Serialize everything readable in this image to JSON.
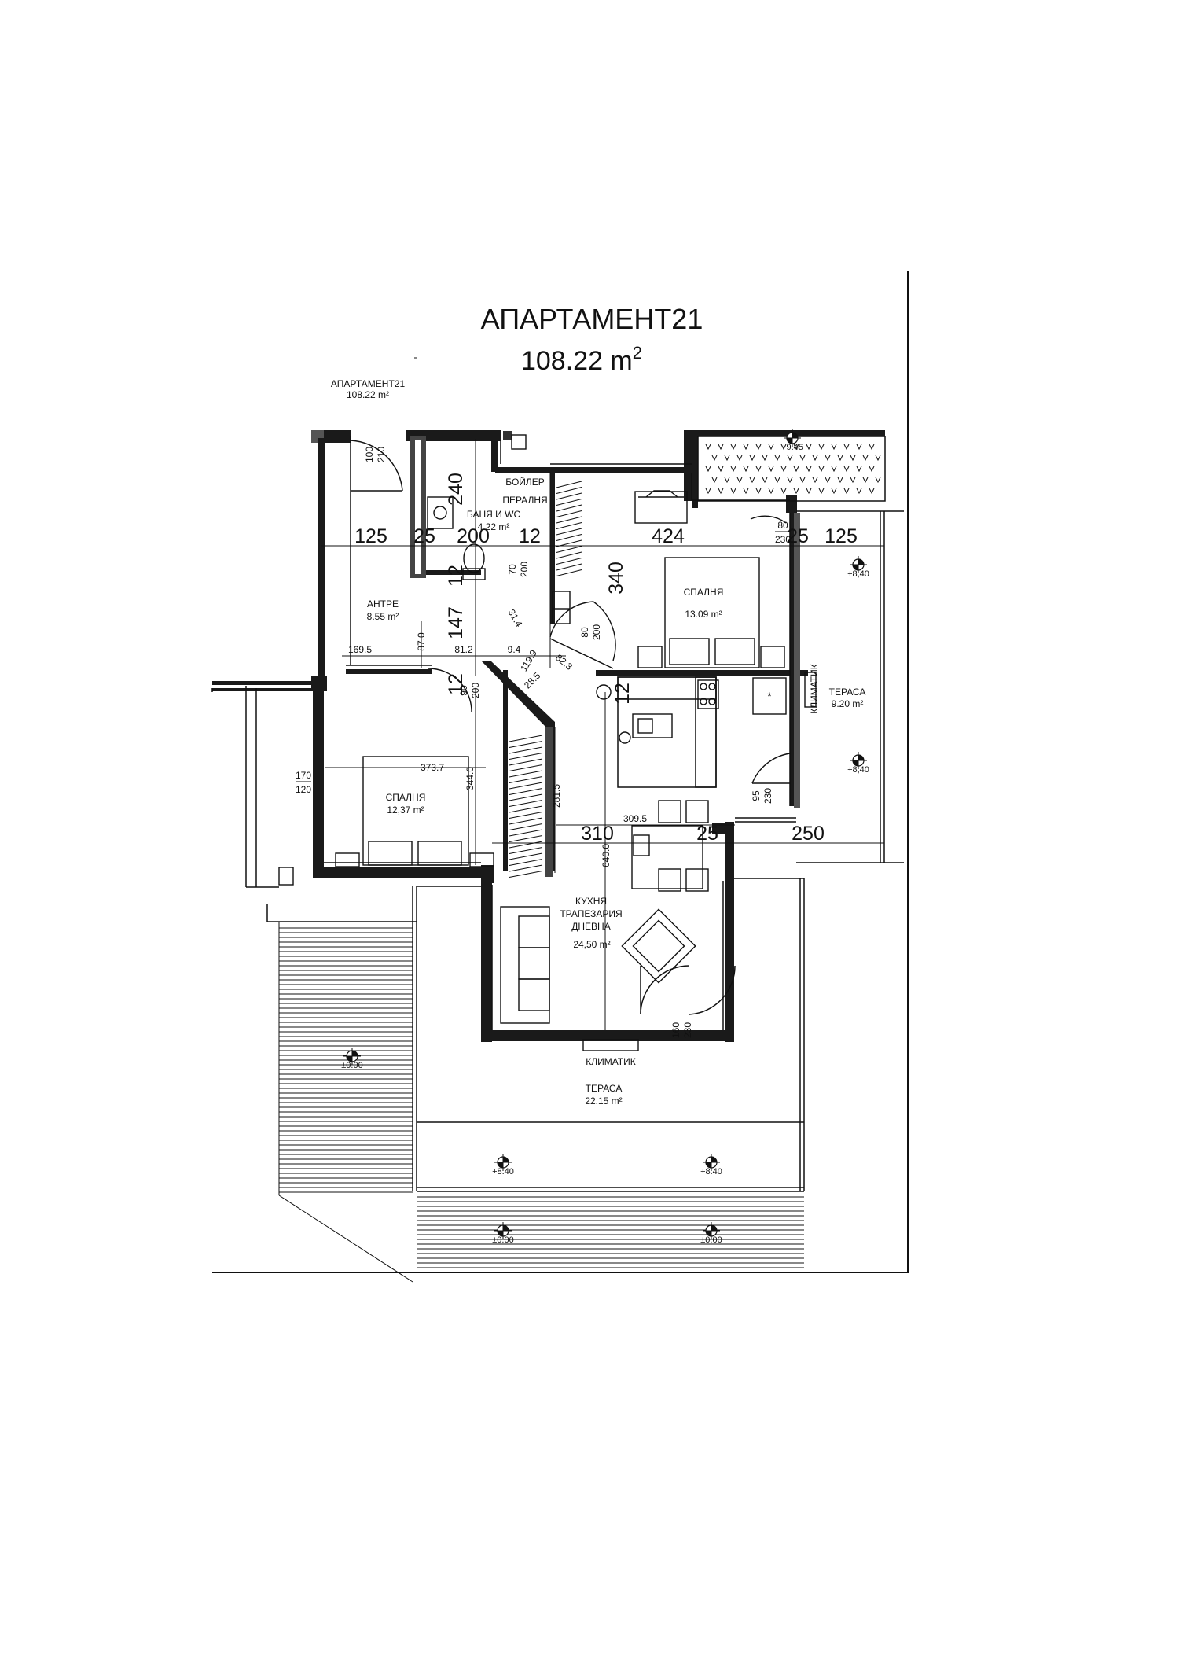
{
  "title": {
    "name": "АПАРТАМЕНТ21",
    "area_value": "108.22 m",
    "area_sup": "2"
  },
  "small_label": {
    "name": "АПАРТАМЕНТ21",
    "area": "108.22 m²"
  },
  "rooms": {
    "bath": {
      "name": "БАНЯ И WC",
      "area": "4.22 m²"
    },
    "boiler": {
      "line1": "БОЙЛЕР",
      "line2": "ПЕРАЛНЯ"
    },
    "hall": {
      "name": "АНТРЕ",
      "area": "8.55 m²"
    },
    "bedroom1": {
      "name": "СПАЛНЯ",
      "area": "13.09 m²"
    },
    "bedroom2": {
      "name": "СПАЛНЯ",
      "area": "12,37 m²"
    },
    "terrace1": {
      "name": "ТЕРАСА",
      "area": "9.20 m²"
    },
    "living": {
      "line1": "КУХНЯ",
      "line2": "ТРАПЕЗАРИЯ",
      "line3": "ДНЕВНА",
      "area": "24,50 m²"
    },
    "terrace2": {
      "name": "ТЕРАСА",
      "area": "22.15 m²"
    }
  },
  "ac_labels": {
    "right": "КЛИМАТИК",
    "bottom": "КЛИМАТИК"
  },
  "dimensions": {
    "d125a": "125",
    "d25a": "25",
    "d200": "200",
    "d12a": "12",
    "d424": "424",
    "d25b": "25",
    "d125b": "125",
    "d240": "240",
    "d340": "340",
    "d147": "147",
    "d12b": "12",
    "d12c": "12",
    "d12d": "12",
    "d310": "310",
    "d25c": "25",
    "d250": "250",
    "s1695": "169.5",
    "s812": "81.2",
    "s94": "9.4",
    "s870": "87.0",
    "s314": "31.4",
    "s1199": "119.9",
    "s823": "82.3",
    "s285": "28.5",
    "s3737": "373.7",
    "s3440": "344.0",
    "s2815": "281.5",
    "s3095": "309.5",
    "s6400": "640.0"
  },
  "openings": {
    "o1": [
      "100",
      "210"
    ],
    "o2": [
      "70",
      "200"
    ],
    "o3": [
      "80",
      "200"
    ],
    "o4": [
      "80",
      "230"
    ],
    "o5": [
      "95",
      "230"
    ],
    "o6": [
      "170",
      "120"
    ],
    "o7": [
      "90",
      "200"
    ],
    "o8": [
      "160",
      "230"
    ]
  },
  "levels": {
    "top_right": "+9.45",
    "right_1": "+8,40",
    "right_2": "+8,40",
    "left_ground": "±0.00",
    "bottom_1": "+8.40",
    "bottom_2": "+8.40",
    "bottom_3": "±0.00",
    "bottom_4": "±0.00"
  },
  "colors": {
    "ink": "#111111",
    "wall": "#1a1a1a",
    "paper": "#ffffff"
  }
}
